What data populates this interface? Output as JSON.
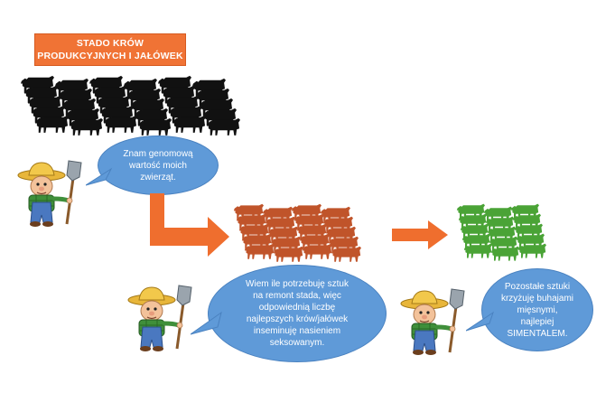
{
  "title": {
    "line1": "STADO KRÓW",
    "line2": "PRODUKCYJNYCH I JAŁÓWEK"
  },
  "bubble1": {
    "lines": [
      "Znam genomową",
      "wartość moich",
      "zwierząt."
    ]
  },
  "bubble2": {
    "lines": [
      "Wiem ile potrzebuję sztuk",
      "na remont stada, więc",
      "odpowiednią liczbę",
      "najlepszych krów/jałówek",
      "inseminuję nasieniem",
      "seksowanym."
    ]
  },
  "bubble3": {
    "lines": [
      "Pozostałe sztuki",
      "krzyżuję buhajami",
      "mięsnymi,",
      "najlepiej",
      "SIMENTALEM."
    ]
  },
  "colors": {
    "title_bg": "#f07335",
    "arrow": "#ef6e2e",
    "herd_all": "#111111",
    "herd_selected": "#c0542a",
    "herd_beef": "#4aa336",
    "bubble": "#5f9ad8"
  },
  "icons": [
    "cow-icon",
    "farmer-icon",
    "shovel-icon",
    "arrow-icon"
  ]
}
